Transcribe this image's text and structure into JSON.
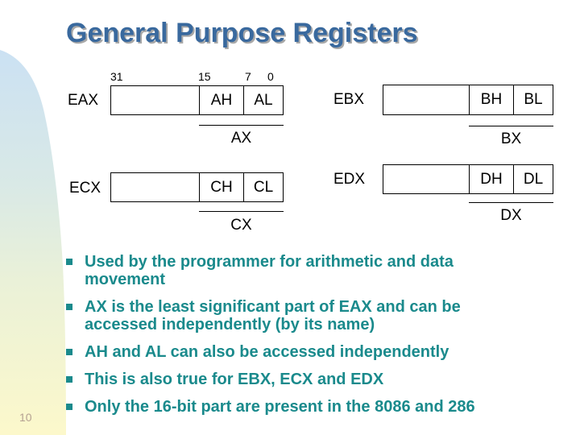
{
  "slide": {
    "title": "General Purpose Registers",
    "page_number": "10",
    "colors": {
      "title": "#39699e",
      "title_shadow": "#a8a8a8",
      "body_text": "#1a8a8c",
      "band_top": "#cbe1f3",
      "band_bottom": "#fcf8cb"
    }
  },
  "diagram": {
    "bit_labels": [
      "31",
      "15",
      "7",
      "0"
    ],
    "registers": [
      {
        "name": "EAX",
        "high": "AH",
        "low": "AL",
        "word": "AX"
      },
      {
        "name": "EBX",
        "high": "BH",
        "low": "BL",
        "word": "BX"
      },
      {
        "name": "ECX",
        "high": "CH",
        "low": "CL",
        "word": "CX"
      },
      {
        "name": "EDX",
        "high": "DH",
        "low": "DL",
        "word": "DX"
      }
    ]
  },
  "bullets": [
    {
      "text": "Used by the programmer for arithmetic and data\nmovement"
    },
    {
      "text": "AX is the least significant part of EAX and can be\naccessed independently (by its name)"
    },
    {
      "text": "AH and AL can also be accessed independently"
    },
    {
      "text": "This is also true for EBX, ECX and EDX"
    },
    {
      "text": "Only the 16-bit part are present in the 8086 and 286"
    }
  ]
}
